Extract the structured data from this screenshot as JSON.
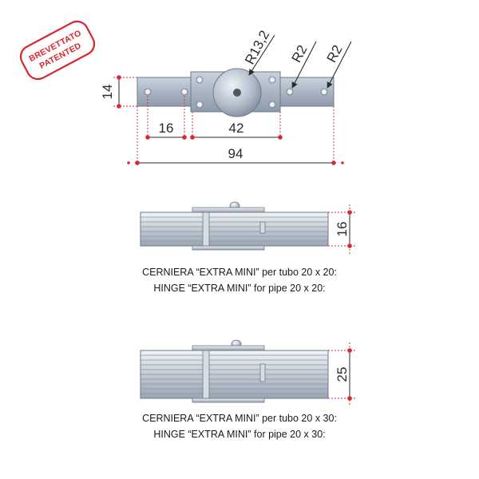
{
  "stamp": {
    "line1": "BREVETTATO",
    "line2": "PATENTED",
    "color": "#d8262c"
  },
  "dimensions": {
    "radius_main": "R13,2",
    "radius_hole_1": "R2",
    "radius_hole_2": "R2",
    "height": "14",
    "spacing_16": "16",
    "spacing_42": "42",
    "length_total": "94",
    "height_small": "16",
    "height_large": "25"
  },
  "captions": {
    "small_it": "CERNIERA “EXTRA MINI” per tubo 20 x 20:",
    "small_en": "HINGE “EXTRA MINI” for pipe 20 x 20:",
    "large_it": "CERNIERA “EXTRA MINI” per tubo 20 x 30:",
    "large_en": "HINGE “EXTRA MINI” for pipe 20 x 30:"
  },
  "colors": {
    "dimension_dot": "#e0262c",
    "steel": "#b8c3d0",
    "steel_dark": "#7d8a99"
  }
}
